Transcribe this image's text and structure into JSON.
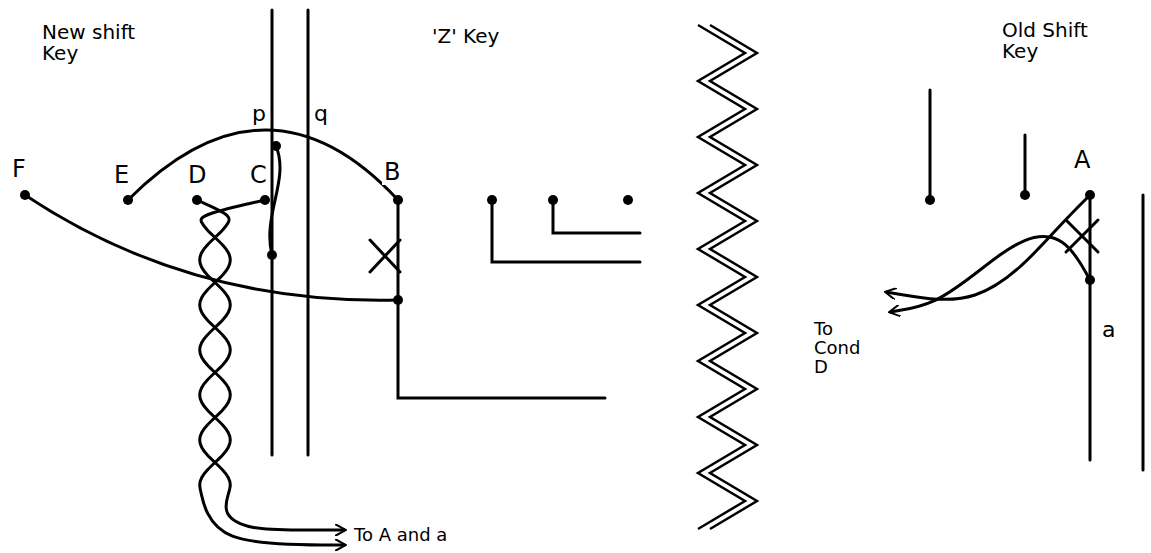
{
  "diagram": {
    "labels": [
      "New shift Key",
      "'Z' Key",
      "F",
      "E",
      "D",
      "C",
      "p",
      "q",
      "B",
      "To A and a",
      "Old Shift Key",
      "A",
      "a",
      "To Cond D"
    ]
  }
}
